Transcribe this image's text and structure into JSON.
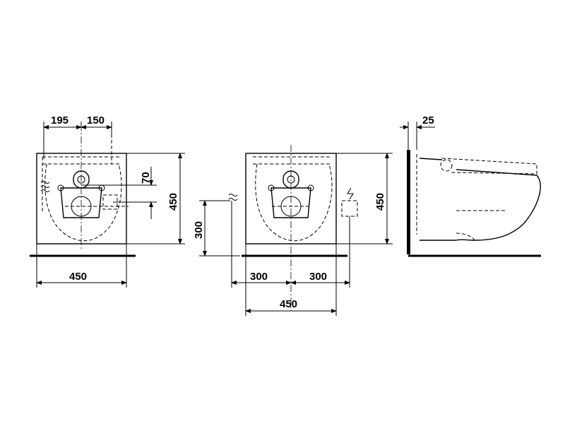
{
  "dimensions": {
    "front_left_top_195": "195",
    "front_left_top_150": "150",
    "front_left_side_70": "70",
    "front_left_right_450": "450",
    "front_left_bottom_450": "450",
    "front_mid_left_300": "300",
    "front_mid_right_450": "450",
    "front_mid_bottom_300_left": "300",
    "front_mid_bottom_300_right": "300",
    "front_mid_bottom_450": "450",
    "side_top_25": "25"
  },
  "icons": {
    "water_supply": "water-inlet-icon",
    "electric": "electric-connection-icon"
  }
}
